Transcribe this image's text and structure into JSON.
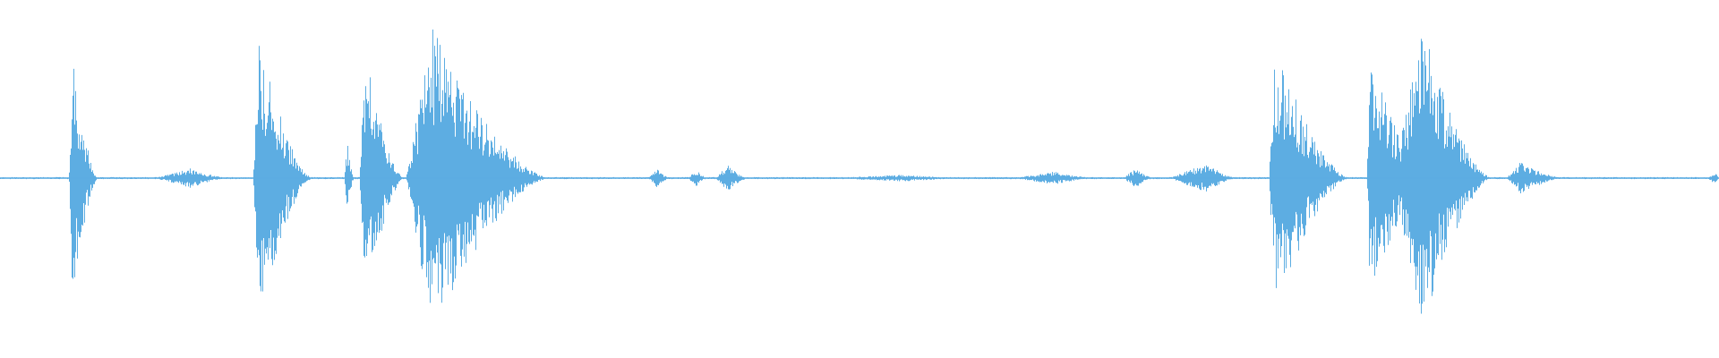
{
  "waveform": {
    "color": "#5dade2",
    "background": "#ffffff",
    "baseline_level": 0.006,
    "bursts": [
      {
        "start": 0.04,
        "end": 0.057,
        "peak": 0.74,
        "attack": 0.12
      },
      {
        "start": 0.09,
        "end": 0.135,
        "peak": 0.06,
        "attack": 0.45
      },
      {
        "start": 0.147,
        "end": 0.182,
        "peak": 0.84,
        "attack": 0.1
      },
      {
        "start": 0.2,
        "end": 0.206,
        "peak": 0.22,
        "attack": 0.3
      },
      {
        "start": 0.209,
        "end": 0.235,
        "peak": 0.8,
        "attack": 0.12
      },
      {
        "start": 0.236,
        "end": 0.32,
        "peak": 0.92,
        "attack": 0.18
      },
      {
        "start": 0.377,
        "end": 0.39,
        "peak": 0.06,
        "attack": 0.4
      },
      {
        "start": 0.4,
        "end": 0.412,
        "peak": 0.05,
        "attack": 0.4
      },
      {
        "start": 0.416,
        "end": 0.436,
        "peak": 0.08,
        "attack": 0.35
      },
      {
        "start": 0.48,
        "end": 0.57,
        "peak": 0.02,
        "attack": 0.5
      },
      {
        "start": 0.59,
        "end": 0.64,
        "peak": 0.04,
        "attack": 0.45
      },
      {
        "start": 0.653,
        "end": 0.672,
        "peak": 0.06,
        "attack": 0.4
      },
      {
        "start": 0.68,
        "end": 0.72,
        "peak": 0.09,
        "attack": 0.55
      },
      {
        "start": 0.738,
        "end": 0.785,
        "peak": 0.8,
        "attack": 0.08
      },
      {
        "start": 0.795,
        "end": 0.83,
        "peak": 0.78,
        "attack": 0.05
      },
      {
        "start": 0.81,
        "end": 0.868,
        "peak": 0.92,
        "attack": 0.3
      },
      {
        "start": 0.876,
        "end": 0.91,
        "peak": 0.1,
        "attack": 0.25
      },
      {
        "start": 0.993,
        "end": 1.0,
        "peak": 0.04,
        "attack": 0.7
      }
    ]
  }
}
